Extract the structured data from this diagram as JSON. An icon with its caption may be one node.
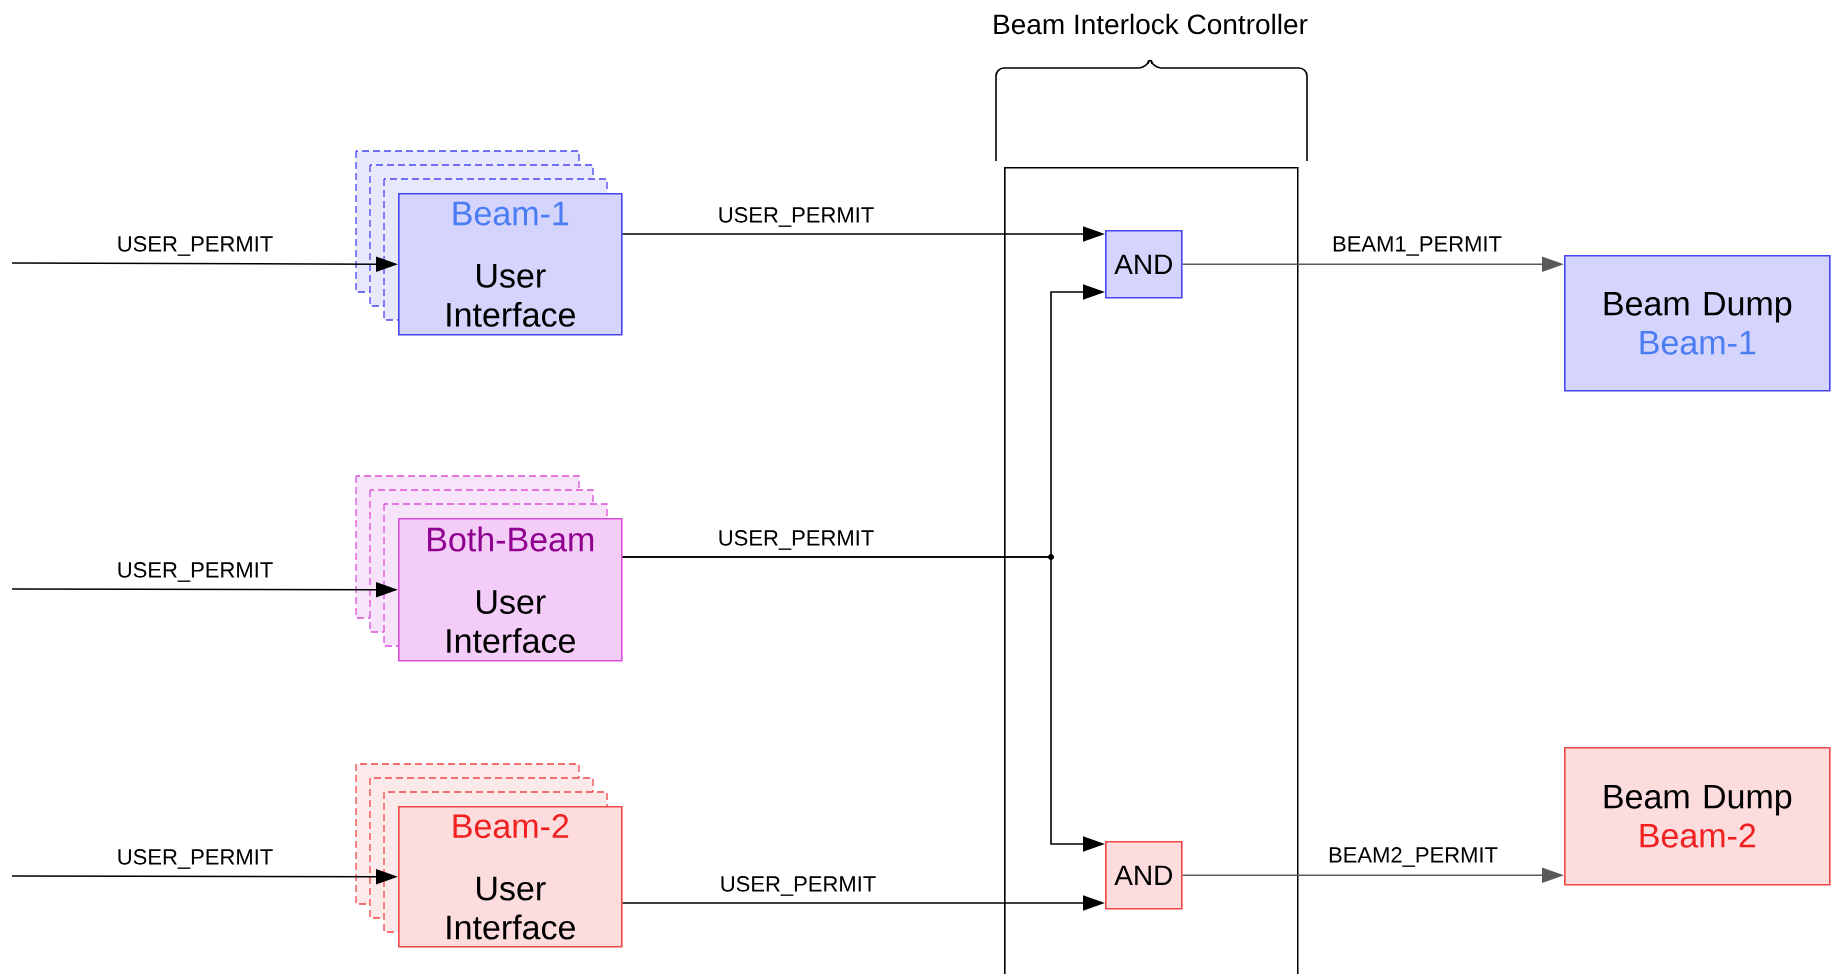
{
  "diagram": {
    "nodes": [
      {
        "text": [
          "Beam-1",
          "User Interface"
        ]
      },
      {
        "text": [
          "Both-Beam",
          "User Interface"
        ]
      },
      {
        "text": [
          "Beam-2",
          "User Interface"
        ]
      },
      {
        "text": [
          "Beam Interlock Controller"
        ]
      },
      {
        "text": [
          "AND"
        ],
        "in": 3
      },
      {
        "text": [
          "AND"
        ],
        "in": 3
      },
      {
        "text": [
          "Beam Dump",
          "Beam-1"
        ]
      },
      {
        "text": [
          "Beam Dump",
          "Beam-2"
        ]
      }
    ],
    "edges": [
      {
        "from": null,
        "to": 0,
        "arrow": "to",
        "label": "USER_PERMIT"
      },
      {
        "from": null,
        "to": 1,
        "arrow": "to",
        "label": "USER_PERMIT"
      },
      {
        "from": null,
        "to": 2,
        "arrow": "to",
        "label": "USER_PERMIT"
      },
      {
        "from": 0,
        "to": 4,
        "arrow": "to",
        "label": "USER_PERMIT"
      },
      {
        "from": 1,
        "to": 4,
        "arrow": "to",
        "label": "USER_PERMIT"
      },
      {
        "from": 1,
        "to": 5,
        "arrow": "to"
      },
      {
        "from": 2,
        "to": 5,
        "arrow": "to",
        "label": "USER_PERMIT"
      },
      {
        "from": 4,
        "to": 6,
        "arrow": "to",
        "label": "BEAM1_PERMIT",
        "color": "#5a5a5a"
      },
      {
        "from": 5,
        "to": 7,
        "arrow": "to",
        "label": "BEAM2_PERMIT",
        "color": "#5a5a5a"
      }
    ]
  }
}
